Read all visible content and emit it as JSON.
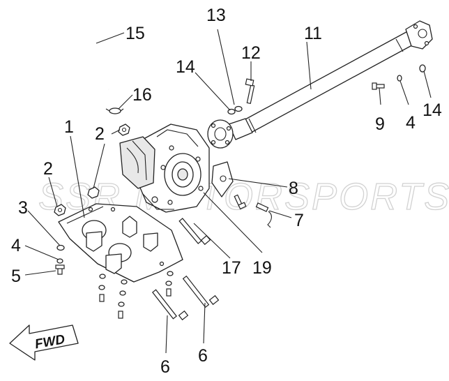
{
  "watermark": "SSR MOTORSPORTS",
  "fwd_label": "FWD",
  "callouts": [
    "15",
    "13",
    "12",
    "11",
    "14",
    "16",
    "1",
    "2",
    "2",
    "9",
    "4",
    "14",
    "8",
    "3",
    "7",
    "4",
    "5",
    "17",
    "19",
    "6",
    "6"
  ]
}
